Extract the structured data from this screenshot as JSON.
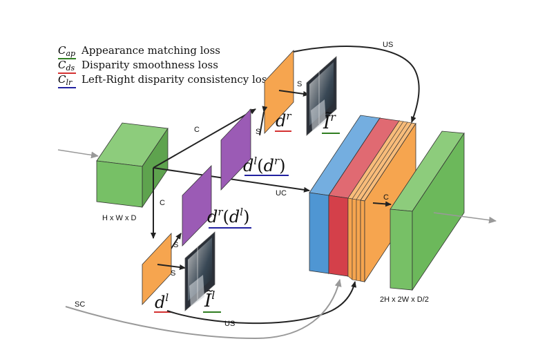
{
  "legend": {
    "items": [
      {
        "symbol": "C",
        "sub": "ap",
        "text": "Appearance matching loss",
        "color": "#2e7d1f"
      },
      {
        "symbol": "C",
        "sub": "ds",
        "text": "Disparity smoothness loss",
        "color": "#d43030"
      },
      {
        "symbol": "C",
        "sub": "lr",
        "text": "Left-Right disparity consistency loss",
        "color": "#2020a0"
      }
    ]
  },
  "labels": {
    "us_top": "US",
    "us_bottom": "US",
    "sc": "SC",
    "c_upper": "C",
    "c_left": "C",
    "c_right": "C",
    "uc": "UC",
    "s_top": "S",
    "s_upper_purple": "S",
    "s_lower_purple": "S",
    "s_bottom": "S",
    "input_dims": "H x W x D",
    "output_dims": "2H x 2W x D/2"
  },
  "math": {
    "d_r": {
      "base": "d",
      "sup": "r"
    },
    "d_l": {
      "base": "d",
      "sup": "l"
    },
    "I_r": {
      "base": "Ĩ",
      "sup": "r"
    },
    "I_l": {
      "base": "Ĩ",
      "sup": "l"
    },
    "dl_dr": {
      "a": "d",
      "asup": "l",
      "b": "d",
      "bsup": "r"
    },
    "dr_dl": {
      "a": "d",
      "asup": "r",
      "b": "d",
      "bsup": "l"
    }
  },
  "colors": {
    "green": "#77c066",
    "orange": "#f6a54f",
    "purple": "#9b5bb5",
    "blue": "#4f96d3",
    "red": "#d4404a",
    "arrow": "#222222",
    "gray_arrow": "#999999"
  }
}
